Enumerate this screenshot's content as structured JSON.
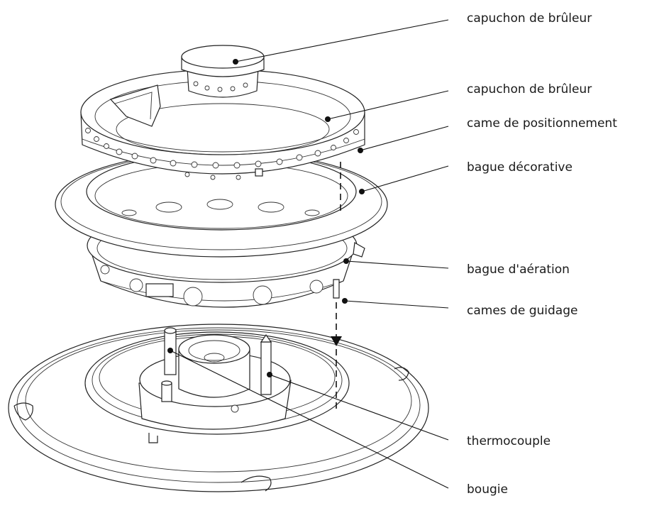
{
  "labels": [
    {
      "id": "label-capuchon-1",
      "text": "capuchon de brûleur"
    },
    {
      "id": "label-capuchon-2",
      "text": "capuchon de brûleur"
    },
    {
      "id": "label-came",
      "text": "came de positionnement"
    },
    {
      "id": "label-bague-decorative",
      "text": "bague décorative"
    },
    {
      "id": "label-bague-aeration",
      "text": "bague d'aération"
    },
    {
      "id": "label-cames-guidage",
      "text": "cames de guidage"
    },
    {
      "id": "label-thermocouple",
      "text": "thermocouple"
    },
    {
      "id": "label-bougie",
      "text": "bougie"
    }
  ],
  "colors": {
    "line": "#222222",
    "text": "#1a1a1a",
    "background": "#ffffff"
  }
}
